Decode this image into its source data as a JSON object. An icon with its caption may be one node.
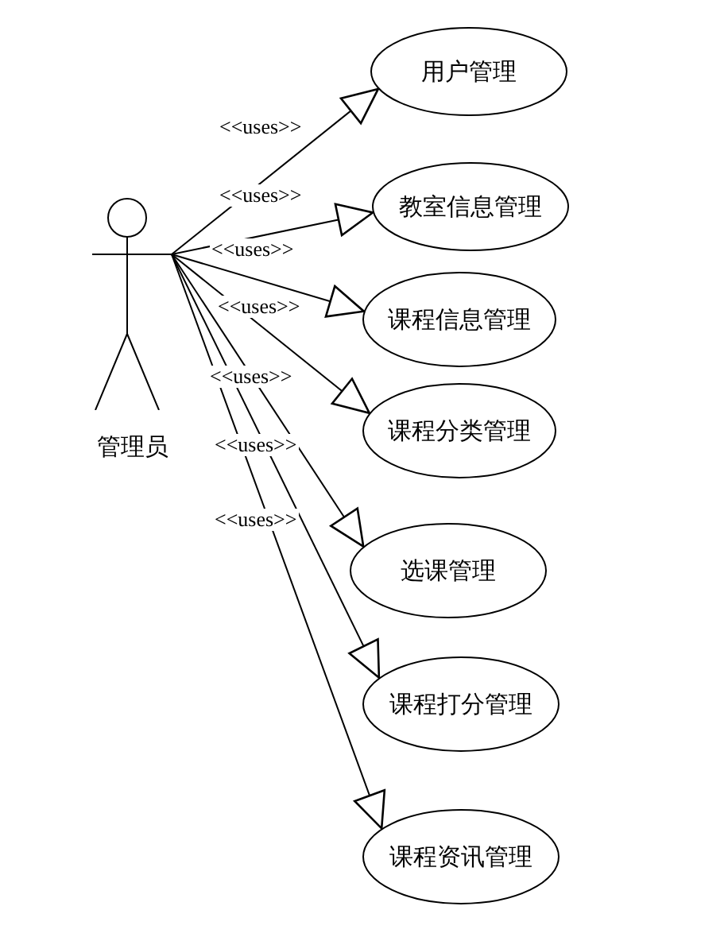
{
  "diagram": {
    "nodes": [
      {
        "text": [
          "管理员"
        ]
      },
      {
        "text": [
          "用户管理"
        ]
      },
      {
        "text": [
          "教室信息管理"
        ]
      },
      {
        "text": [
          "课程信息管理"
        ]
      },
      {
        "text": [
          "课程分类管理"
        ]
      },
      {
        "text": [
          "选课管理"
        ]
      },
      {
        "text": [
          "课程打分管理"
        ]
      },
      {
        "text": [
          "课程资讯管理"
        ]
      }
    ],
    "edges": [
      {
        "from": 0,
        "to": 1,
        "arrow": "to",
        "label": "<<uses>>"
      },
      {
        "from": 0,
        "to": 2,
        "arrow": "to",
        "label": "<<uses>>"
      },
      {
        "from": 0,
        "to": 3,
        "arrow": "to",
        "label": "<<uses>>"
      },
      {
        "from": 0,
        "to": 4,
        "arrow": "to",
        "label": "<<uses>>"
      },
      {
        "from": 0,
        "to": 5,
        "arrow": "to",
        "label": "<<uses>>"
      },
      {
        "from": 0,
        "to": 6,
        "arrow": "to",
        "label": "<<uses>>"
      },
      {
        "from": 0,
        "to": 7,
        "arrow": "to",
        "label": "<<uses>>"
      }
    ]
  }
}
